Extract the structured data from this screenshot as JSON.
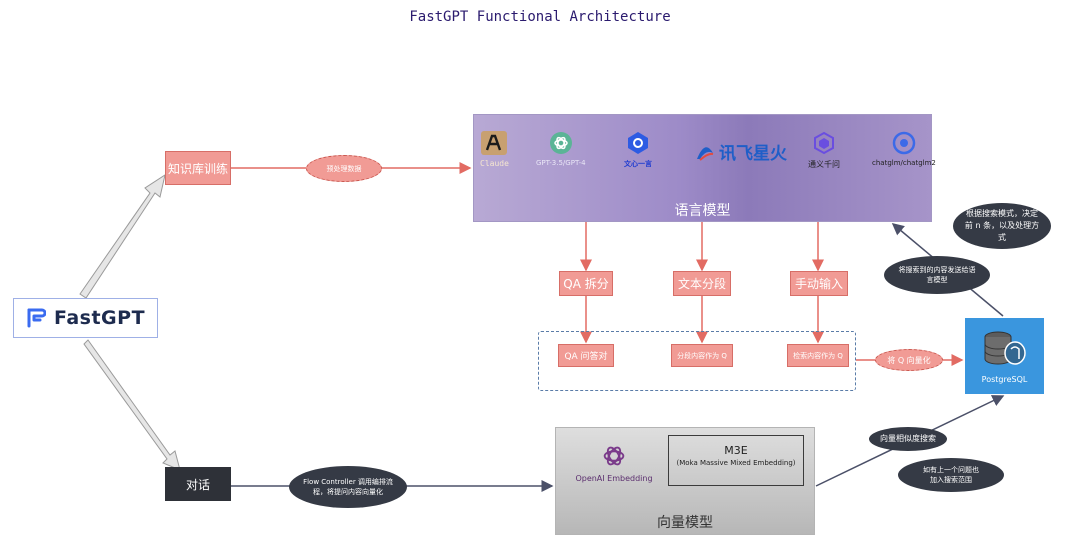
{
  "title": "FastGPT Functional Architecture",
  "logo": {
    "text": "FastGPT"
  },
  "nodes": {
    "knowledge_training": "知识库训练",
    "dialog": "对话",
    "qa_split": "QA 拆分",
    "text_segment": "文本分段",
    "manual_input": "手动输入",
    "qa_pair": "QA 问答对",
    "segment_as_q": "分段内容作为 Q",
    "search_as_q": "检索内容作为 Q"
  },
  "language_model": {
    "title": "语言模型",
    "models": [
      {
        "name": "Claude",
        "icon": "anthropic-icon"
      },
      {
        "name": "GPT-3.5/GPT-4",
        "icon": "openai-icon"
      },
      {
        "name": "文心一言",
        "icon": "wenxin-icon"
      },
      {
        "name": "讯飞星火",
        "icon": "xunfei-icon"
      },
      {
        "name": "通义千问",
        "icon": "tongyi-icon"
      },
      {
        "name": "chatglm/chatglm2",
        "icon": "chatglm-icon"
      }
    ]
  },
  "vector_model": {
    "title": "向量模型",
    "openai_embedding": "OpenAI Embedding",
    "m3e_title": "M3E",
    "m3e_sub": "(Moka Massive Mixed Embedding)"
  },
  "database": {
    "label": "PostgreSQL",
    "icon": "postgresql-icon"
  },
  "annotations": {
    "preprocess": "预处理数据",
    "vectorize_q": "将 Q 向量化",
    "flow_controller": "Flow Controller 调用编排流程，将提问内容向量化",
    "send_to_lm": "将搜索到的内容发送给语言模型",
    "search_mode": "根据搜索模式，决定前 n 条，以及处理方式",
    "similarity_search": "向量相似度搜索",
    "previous_question": "如有上一个问题也加入搜索范围"
  },
  "colors": {
    "red_node": "#f19b95",
    "dark_node": "#2e3138",
    "connector_red": "#e26b63",
    "connector_dark": "#4b5068",
    "postgres_blue": "#3a96de"
  }
}
